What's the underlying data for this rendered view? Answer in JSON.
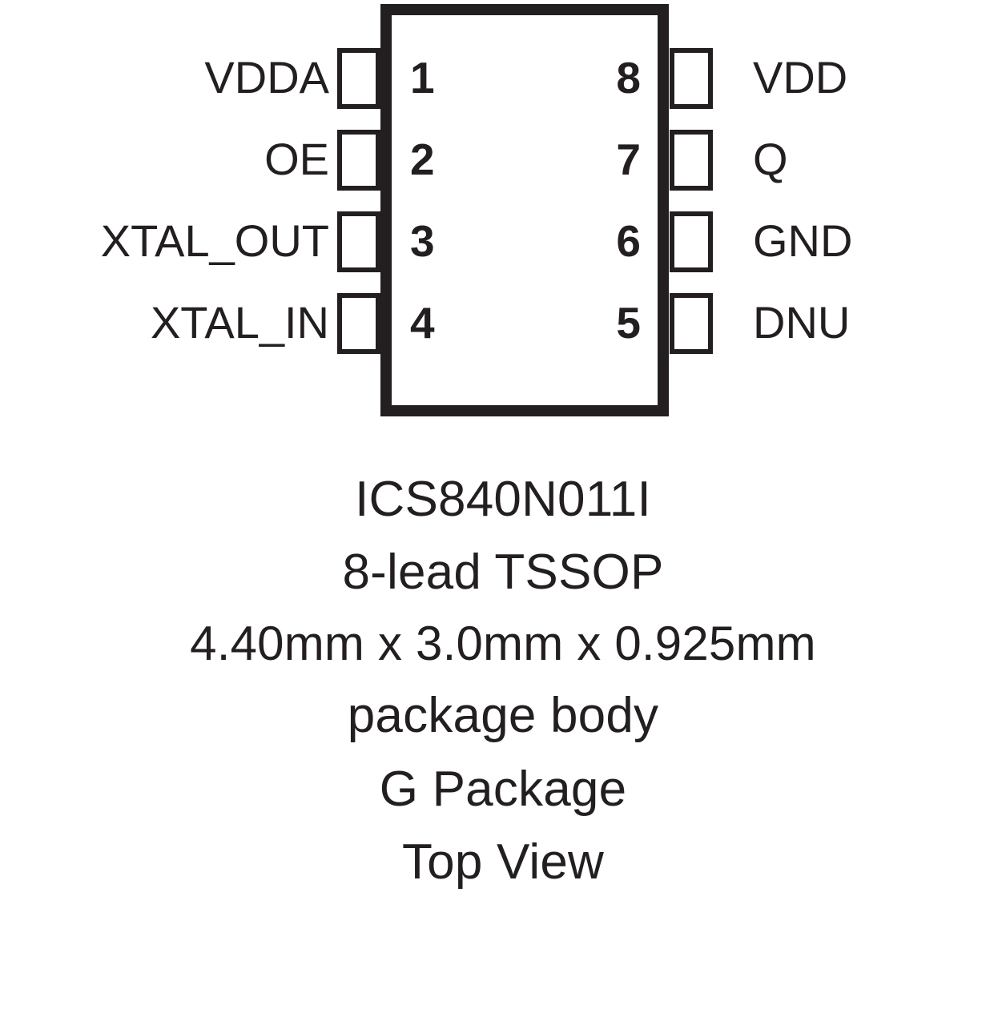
{
  "diagram": {
    "title": "ICS840N011I 8-lead TSSOP package pinout, top view",
    "body_outline_color": "#231f20",
    "text_color": "#231f20",
    "background_color": "#ffffff",
    "pins_left": [
      {
        "number": "1",
        "label": "VDDA"
      },
      {
        "number": "2",
        "label": "OE"
      },
      {
        "number": "3",
        "label": "XTAL_OUT"
      },
      {
        "number": "4",
        "label": "XTAL_IN"
      }
    ],
    "pins_right": [
      {
        "number": "8",
        "label": "VDD"
      },
      {
        "number": "7",
        "label": "Q"
      },
      {
        "number": "6",
        "label": "GND"
      },
      {
        "number": "5",
        "label": "DNU"
      }
    ]
  },
  "caption": {
    "part_number": "ICS840N011I",
    "package_type": "8-lead TSSOP",
    "dimensions": "4.40mm x 3.0mm x 0.925mm",
    "body_note": "package body",
    "package_code": "G Package",
    "view": "Top View"
  }
}
